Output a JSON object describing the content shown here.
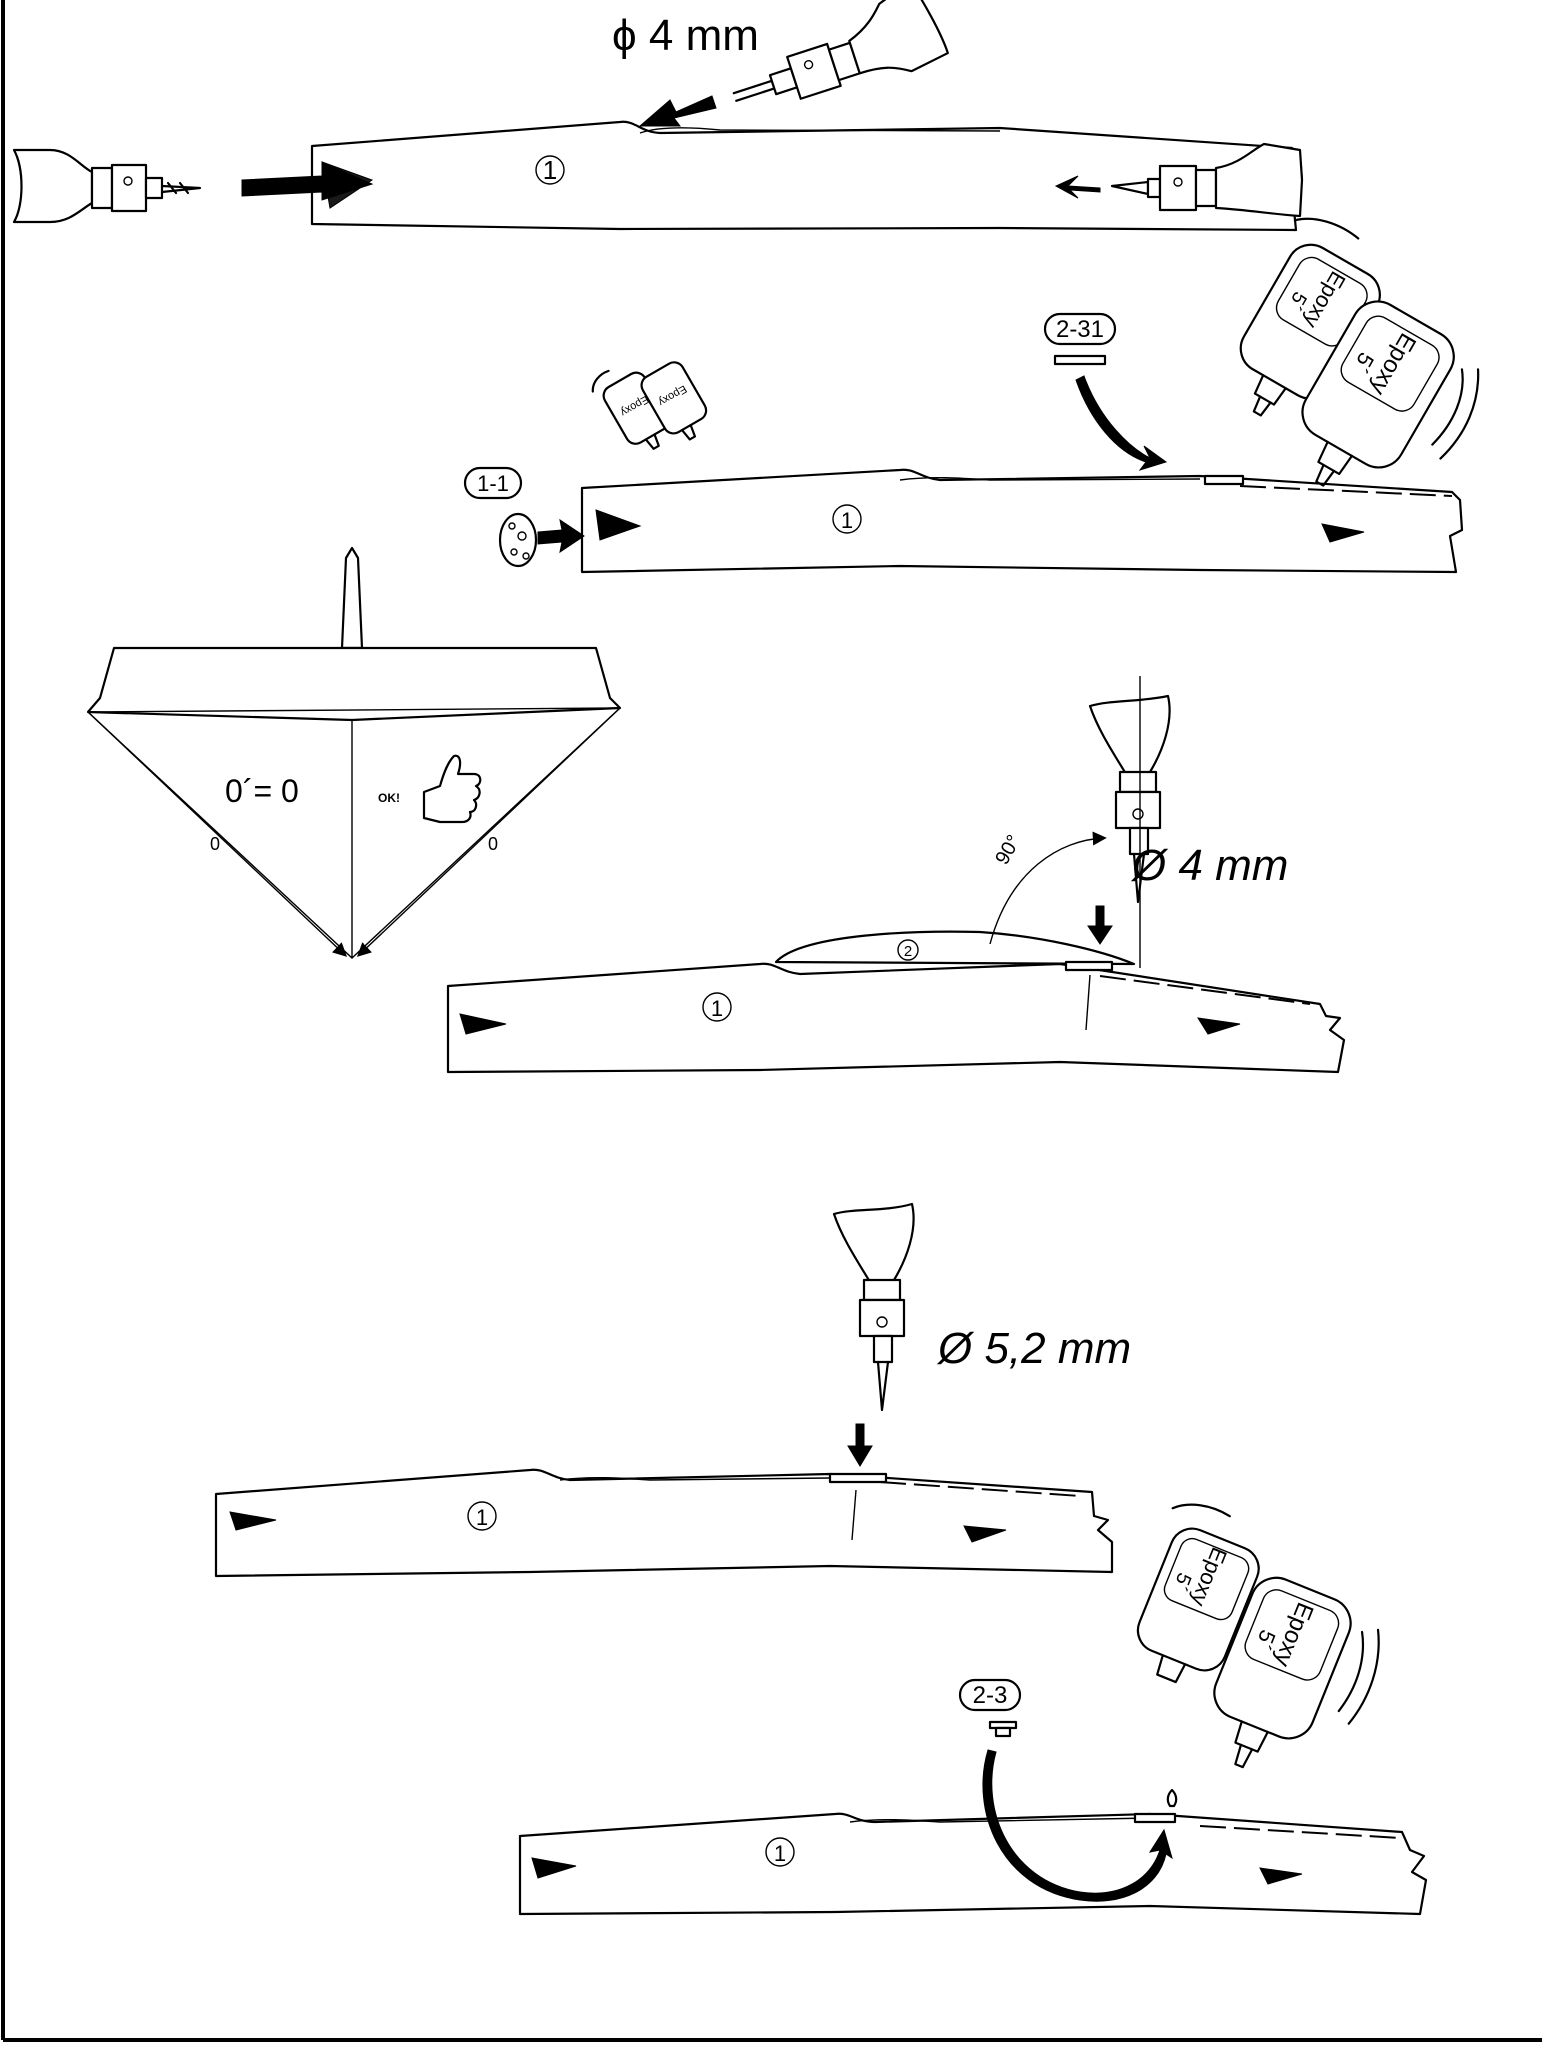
{
  "labels": {
    "drill_size_top": "ϕ 4 mm",
    "drill_size_mid": "Ø 4 mm",
    "drill_size_low": "Ø 5,2 mm",
    "angle": "90°",
    "zero_check": "0´= 0",
    "ok_sign": "OK!",
    "zero_mark_left": "0",
    "zero_mark_right": "0",
    "epoxy_text": "Epoxy",
    "epoxy_minutes": "5´"
  },
  "parts": {
    "fuselage": "1",
    "wing": "2",
    "nose_disc": "1-1",
    "plate": "2-31",
    "bolt_part": "2-3"
  },
  "colors": {
    "ink": "#000000",
    "paper": "#ffffff"
  }
}
